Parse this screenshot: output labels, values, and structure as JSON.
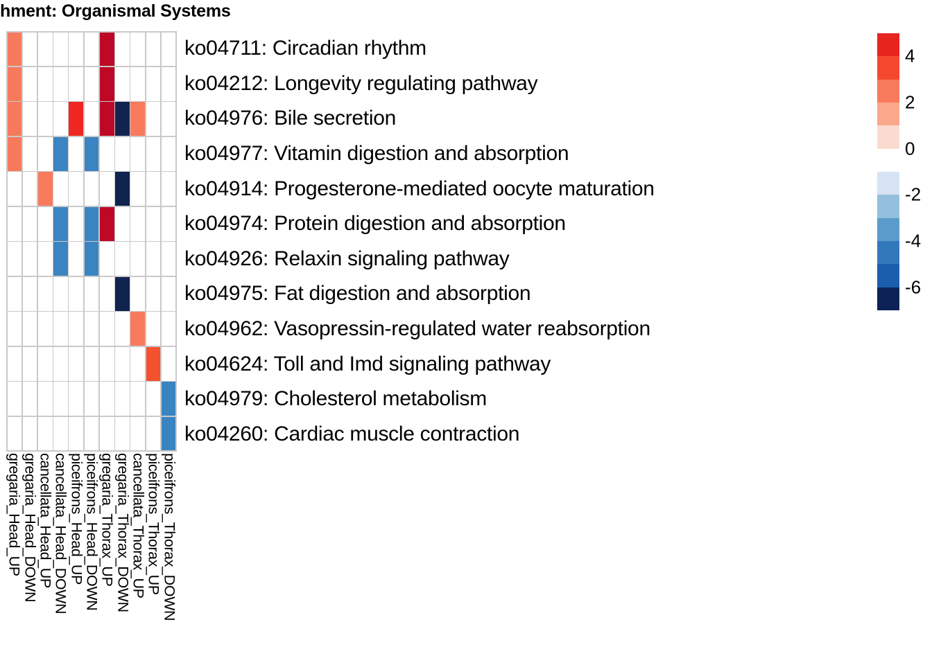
{
  "title": "hment: Organismal Systems",
  "chart_data": {
    "type": "heatmap",
    "title": "hment: Organismal Systems",
    "xlabel": "",
    "ylabel": "",
    "grid": true,
    "legend_position": "right",
    "colorbar": {
      "ticks": [
        "4",
        "2",
        "0",
        "-2",
        "-4",
        "-6"
      ],
      "tick_values": [
        4,
        2,
        0,
        -2,
        -4,
        -6
      ],
      "range": [
        -7,
        5
      ],
      "bands": [
        "#e8241f",
        "#f4492f",
        "#f87a5c",
        "#f9a88c",
        "#fbdbd0",
        "#ffffff",
        "#d6e3f2",
        "#94c0dd",
        "#5a9bcb",
        "#3279bc",
        "#1a5fae",
        "#0d2357"
      ]
    },
    "categories": [
      "gregaria_Head_UP",
      "gregaria_Head_DOWN",
      "cancellata_Head_UP",
      "cancellata_Head_DOWN",
      "piceifrons_Head_UP",
      "piceifrons_Head_DOWN",
      "gregaria_Thorax_UP",
      "gregaria_Thorax_DOWN",
      "cancellata_Thorax_UP",
      "piceifrons_Thorax_UP",
      "piceifrons_Thorax_DOWN"
    ],
    "rows": [
      "ko04711: Circadian rhythm",
      "ko04212: Longevity regulating pathway",
      "ko04976: Bile secretion",
      "ko04977: Vitamin digestion and absorption",
      "ko04914: Progesterone-mediated oocyte maturation",
      "ko04974: Protein digestion and absorption",
      "ko04926: Relaxin signaling pathway",
      "ko04975: Fat digestion and absorption",
      "ko04962: Vasopressin-regulated water reabsorption",
      "ko04624: Toll and Imd signaling pathway",
      "ko04979: Cholesterol metabolism",
      "ko04260: Cardiac muscle contraction"
    ],
    "values": [
      [
        2.6,
        null,
        null,
        null,
        null,
        null,
        4.8,
        null,
        null,
        null,
        null
      ],
      [
        2.6,
        null,
        null,
        null,
        null,
        null,
        4.8,
        null,
        null,
        null,
        null
      ],
      [
        2.6,
        null,
        null,
        null,
        4.2,
        null,
        4.8,
        -6.5,
        2.6,
        null,
        null
      ],
      [
        2.6,
        null,
        null,
        -3.8,
        null,
        -3.8,
        null,
        null,
        null,
        null,
        null
      ],
      [
        null,
        null,
        2.6,
        null,
        null,
        null,
        null,
        -6.5,
        null,
        null,
        null
      ],
      [
        null,
        null,
        null,
        -3.8,
        null,
        -3.8,
        4.8,
        null,
        null,
        null,
        null
      ],
      [
        null,
        null,
        null,
        -3.8,
        null,
        -3.8,
        null,
        null,
        null,
        null,
        null
      ],
      [
        null,
        null,
        null,
        null,
        null,
        null,
        null,
        -6.5,
        null,
        null,
        null
      ],
      [
        null,
        null,
        null,
        null,
        null,
        null,
        null,
        null,
        2.6,
        null,
        null
      ],
      [
        null,
        null,
        null,
        null,
        null,
        null,
        null,
        null,
        null,
        4.2,
        null
      ],
      [
        null,
        null,
        null,
        null,
        null,
        null,
        null,
        null,
        null,
        null,
        -3.8
      ],
      [
        null,
        null,
        null,
        null,
        null,
        null,
        null,
        null,
        null,
        null,
        -3.8
      ]
    ],
    "colors": [
      [
        "#f87a5c",
        "#ffffff",
        "#ffffff",
        "#ffffff",
        "#ffffff",
        "#ffffff",
        "#bd0926",
        "#ffffff",
        "#ffffff",
        "#ffffff",
        "#ffffff"
      ],
      [
        "#f87a5c",
        "#ffffff",
        "#ffffff",
        "#ffffff",
        "#ffffff",
        "#ffffff",
        "#bd0926",
        "#ffffff",
        "#ffffff",
        "#ffffff",
        "#ffffff"
      ],
      [
        "#f87a5c",
        "#ffffff",
        "#ffffff",
        "#ffffff",
        "#ee2722",
        "#ffffff",
        "#bd0926",
        "#11244f",
        "#f87a5c",
        "#ffffff",
        "#ffffff"
      ],
      [
        "#f87a5c",
        "#ffffff",
        "#ffffff",
        "#3b84c2",
        "#ffffff",
        "#3b84c2",
        "#ffffff",
        "#ffffff",
        "#ffffff",
        "#ffffff",
        "#ffffff"
      ],
      [
        "#ffffff",
        "#ffffff",
        "#f87a5c",
        "#ffffff",
        "#ffffff",
        "#ffffff",
        "#ffffff",
        "#11244f",
        "#ffffff",
        "#ffffff",
        "#ffffff"
      ],
      [
        "#ffffff",
        "#ffffff",
        "#ffffff",
        "#3b84c2",
        "#ffffff",
        "#3b84c2",
        "#bd0926",
        "#ffffff",
        "#ffffff",
        "#ffffff",
        "#ffffff"
      ],
      [
        "#ffffff",
        "#ffffff",
        "#ffffff",
        "#3b84c2",
        "#ffffff",
        "#3b84c2",
        "#ffffff",
        "#ffffff",
        "#ffffff",
        "#ffffff",
        "#ffffff"
      ],
      [
        "#ffffff",
        "#ffffff",
        "#ffffff",
        "#ffffff",
        "#ffffff",
        "#ffffff",
        "#ffffff",
        "#11244f",
        "#ffffff",
        "#ffffff",
        "#ffffff"
      ],
      [
        "#ffffff",
        "#ffffff",
        "#ffffff",
        "#ffffff",
        "#ffffff",
        "#ffffff",
        "#ffffff",
        "#ffffff",
        "#f87a5c",
        "#ffffff",
        "#ffffff"
      ],
      [
        "#ffffff",
        "#ffffff",
        "#ffffff",
        "#ffffff",
        "#ffffff",
        "#ffffff",
        "#ffffff",
        "#ffffff",
        "#ffffff",
        "#f4512f",
        "#ffffff"
      ],
      [
        "#ffffff",
        "#ffffff",
        "#ffffff",
        "#ffffff",
        "#ffffff",
        "#ffffff",
        "#ffffff",
        "#ffffff",
        "#ffffff",
        "#ffffff",
        "#3b84c2"
      ],
      [
        "#ffffff",
        "#ffffff",
        "#ffffff",
        "#ffffff",
        "#ffffff",
        "#ffffff",
        "#ffffff",
        "#ffffff",
        "#ffffff",
        "#ffffff",
        "#3b84c2"
      ]
    ]
  }
}
